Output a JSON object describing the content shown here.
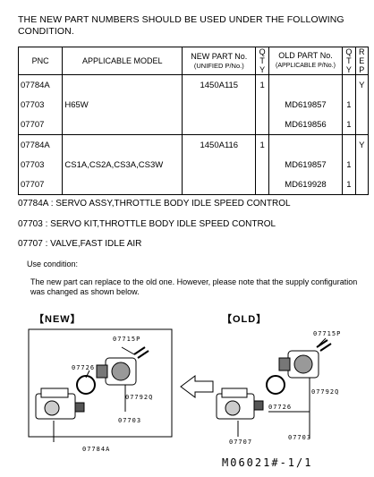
{
  "intro": "THE NEW PART NUMBERS SHOULD BE USED UNDER THE FOLLOWING CONDITION.",
  "table": {
    "headers": {
      "pnc": "PNC",
      "model": "APPLICABLE MODEL",
      "new_part": "NEW PART No.",
      "new_part_sub": "(UNIFIED P/No.)",
      "qty": "Q T Y",
      "old_part": "OLD PART No.",
      "old_part_sub": "(APPLICABLE P/No.)",
      "qty2": "Q T Y",
      "rep": "R E P"
    },
    "rows": [
      {
        "pnc": "07784A",
        "model": "",
        "new_part": "1450A115",
        "qty": "1",
        "old_part": "",
        "qty2": "",
        "rep": "Y"
      },
      {
        "pnc": "07703",
        "model": "H65W",
        "new_part": "",
        "qty": "",
        "old_part": "MD619857",
        "qty2": "1",
        "rep": ""
      },
      {
        "pnc": "07707",
        "model": "",
        "new_part": "",
        "qty": "",
        "old_part": "MD619856",
        "qty2": "1",
        "rep": ""
      },
      {
        "pnc": "07784A",
        "model": "",
        "new_part": "1450A116",
        "qty": "1",
        "old_part": "",
        "qty2": "",
        "rep": "Y"
      },
      {
        "pnc": "07703",
        "model": "CS1A,CS2A,CS3A,CS3W",
        "new_part": "",
        "qty": "",
        "old_part": "MD619857",
        "qty2": "1",
        "rep": ""
      },
      {
        "pnc": "07707",
        "model": "",
        "new_part": "",
        "qty": "",
        "old_part": "MD619928",
        "qty2": "1",
        "rep": ""
      }
    ]
  },
  "definitions": [
    "07784A : SERVO ASSY,THROTTLE BODY IDLE SPEED CONTROL",
    "07703  : SERVO KIT,THROTTLE BODY IDLE SPEED CONTROL",
    "07707  : VALVE,FAST IDLE AIR"
  ],
  "use_condition_label": "Use condition:",
  "use_condition_text": "The new part can replace to the old one. However, please note that the supply configuration was changed as shown below.",
  "diagram": {
    "new_label": "【NEW】",
    "old_label": "【OLD】",
    "new_callouts": [
      "07715P",
      "07726",
      "07792Q",
      "07703",
      "07784A"
    ],
    "old_callouts": [
      "07715P",
      "07792Q",
      "07726",
      "07707",
      "07703"
    ]
  },
  "doc_number": "M06021#-1/1"
}
